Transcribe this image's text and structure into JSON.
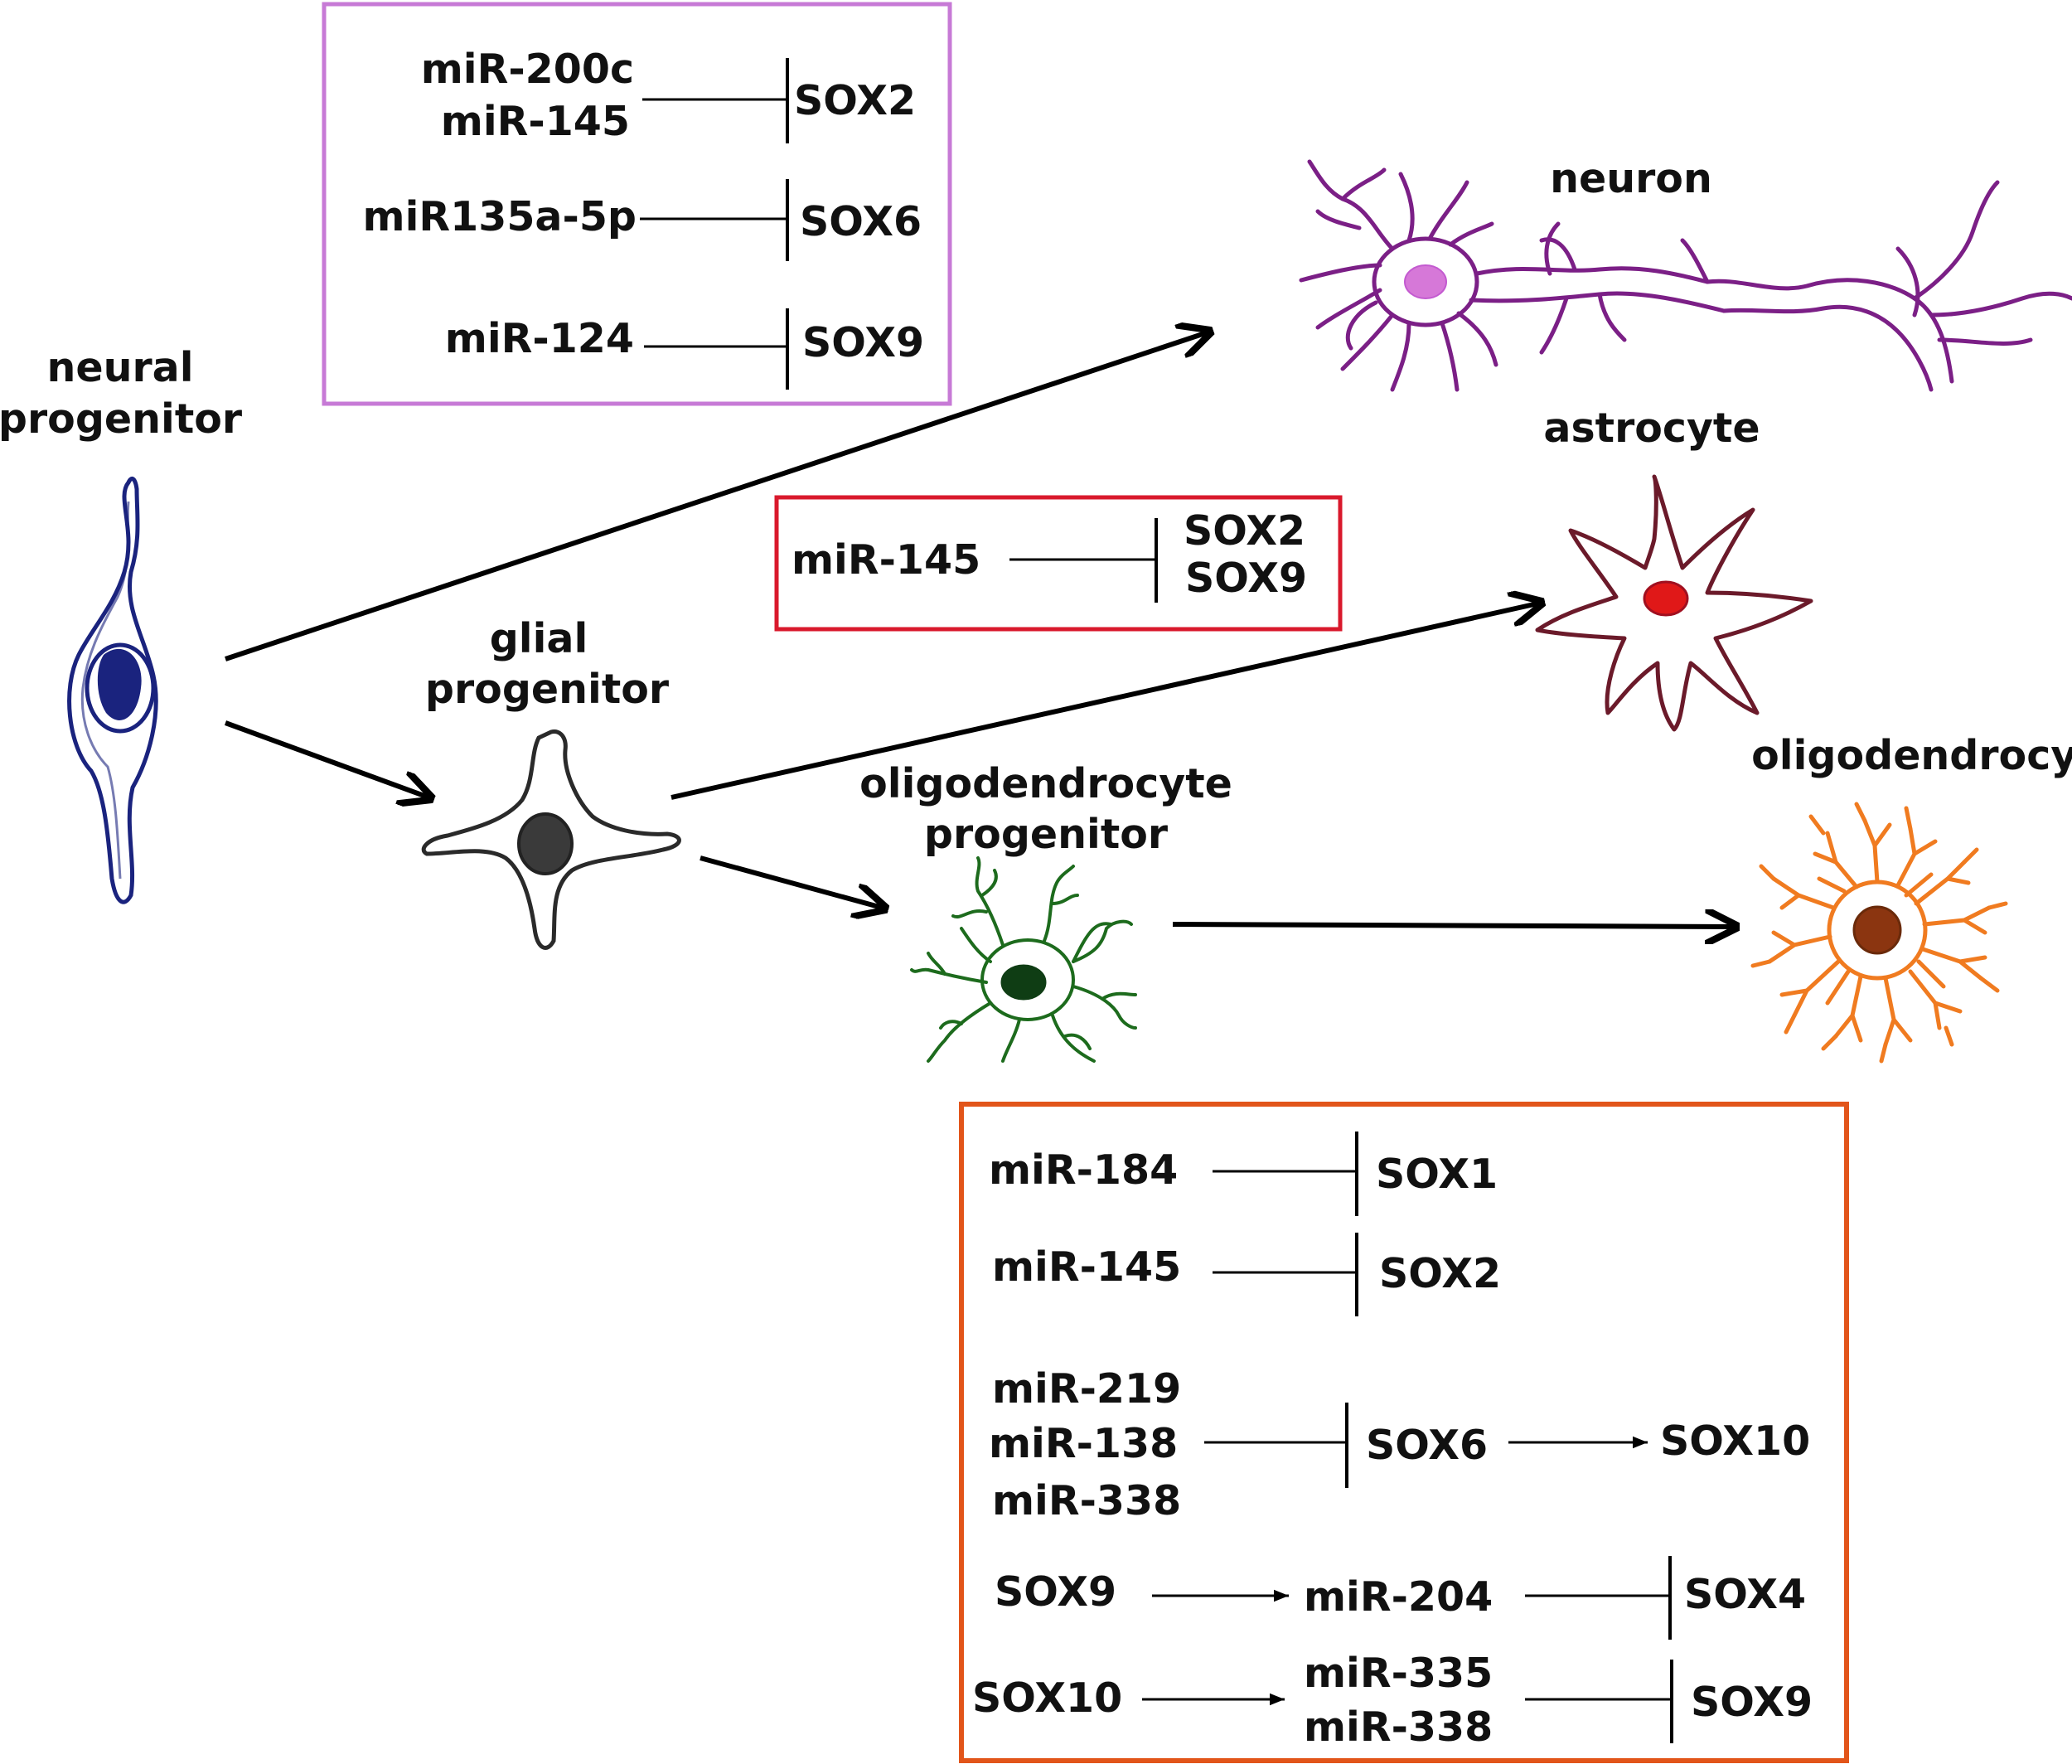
{
  "cells": {
    "neural_progenitor": [
      "neural",
      "progenitor"
    ],
    "glial_progenitor": [
      "glial",
      "progenitor"
    ],
    "opc": [
      "oligodendrocyte",
      "progenitor"
    ],
    "neuron": "neuron",
    "astrocyte": "astrocyte",
    "oligodendrocyte": "oligodendrocyte"
  },
  "neuron_box": {
    "color": "#c77ad6",
    "rows": [
      {
        "mirnas": [
          "miR-200c",
          "miR-145"
        ],
        "target": "SOX2"
      },
      {
        "mirnas": [
          "miR135a-5p"
        ],
        "target": "SOX6"
      },
      {
        "mirnas": [
          "miR-124"
        ],
        "target": "SOX9"
      }
    ]
  },
  "astro_box": {
    "color": "#d9192c",
    "mirna": "miR-145",
    "targets": [
      "SOX2",
      "SOX9"
    ]
  },
  "oligo_box": {
    "color": "#e2551a",
    "r1": {
      "mirna": "miR-184",
      "target": "SOX1"
    },
    "r2": {
      "mirna": "miR-145",
      "target": "SOX2"
    },
    "r3": {
      "mirnas": [
        "miR-219",
        "miR-138",
        "miR-338"
      ],
      "target": "SOX6",
      "activates": "SOX10"
    },
    "r4": {
      "activator": "SOX9",
      "mirna": "miR-204",
      "target": "SOX4"
    },
    "r5": {
      "activator": "SOX10",
      "mirnas": [
        "miR-335",
        "miR-338"
      ],
      "target": "SOX9"
    }
  },
  "colors": {
    "neural_progenitor": "#1a237e",
    "neuron": "#7b1f86",
    "neuron_nucleus": "#d678d8",
    "astrocyte": "#6b1a2a",
    "astrocyte_nucleus": "#e01818",
    "glial": "#2a2a2a",
    "opc": "#1d6b1d",
    "oligodendrocyte": "#f07b20",
    "oligo_nucleus": "#8b3510"
  }
}
